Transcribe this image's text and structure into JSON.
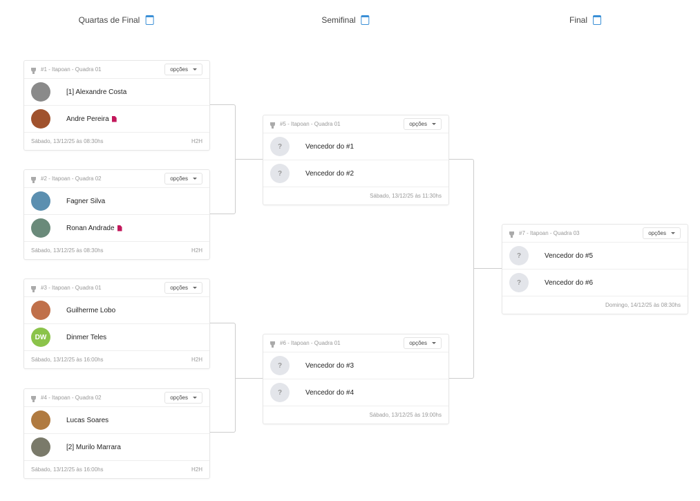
{
  "rounds": [
    "Quartas de Final",
    "Semifinal",
    "Final"
  ],
  "options_label": "opções",
  "matches": [
    {
      "header": "#1 - Itapoan - Quadra 01",
      "p1": "[1] Alexandre Costa",
      "p2": "Andre Pereira",
      "date": "Sábado, 13/12/25 às 08:30hs",
      "h2h": "H2H"
    },
    {
      "header": "#2 - Itapoan - Quadra 02",
      "p1": "Fagner Silva",
      "p2": "Ronan Andrade",
      "date": "Sábado, 13/12/25 às 08:30hs",
      "h2h": "H2H"
    },
    {
      "header": "#3 - Itapoan - Quadra 01",
      "p1": "Guilherme Lobo",
      "p2": "Dinmer Teles",
      "p2_initials": "DW",
      "date": "Sábado, 13/12/25 às 16:00hs",
      "h2h": "H2H"
    },
    {
      "header": "#4 - Itapoan - Quadra 02",
      "p1": "Lucas Soares",
      "p2": "[2] Murilo Marrara",
      "date": "Sábado, 13/12/25 às 16:00hs",
      "h2h": "H2H"
    },
    {
      "header": "#5 - Itapoan - Quadra 01",
      "p1": "Vencedor do #1",
      "p2": "Vencedor do #2",
      "date": "Sábado, 13/12/25 às 11:30hs"
    },
    {
      "header": "#6 - Itapoan - Quadra 01",
      "p1": "Vencedor do #3",
      "p2": "Vencedor do #4",
      "date": "Sábado, 13/12/25 às 19:00hs"
    },
    {
      "header": "#7 - Itapoan - Quadra 03",
      "p1": "Vencedor do #5",
      "p2": "Vencedor do #6",
      "date": "Domingo, 14/12/25 às 08:30hs"
    }
  ],
  "unknown": "?",
  "colors": {
    "accent": "#3a8fd6",
    "initials_bg": "#8bc34a",
    "doc": "#c2185b"
  }
}
